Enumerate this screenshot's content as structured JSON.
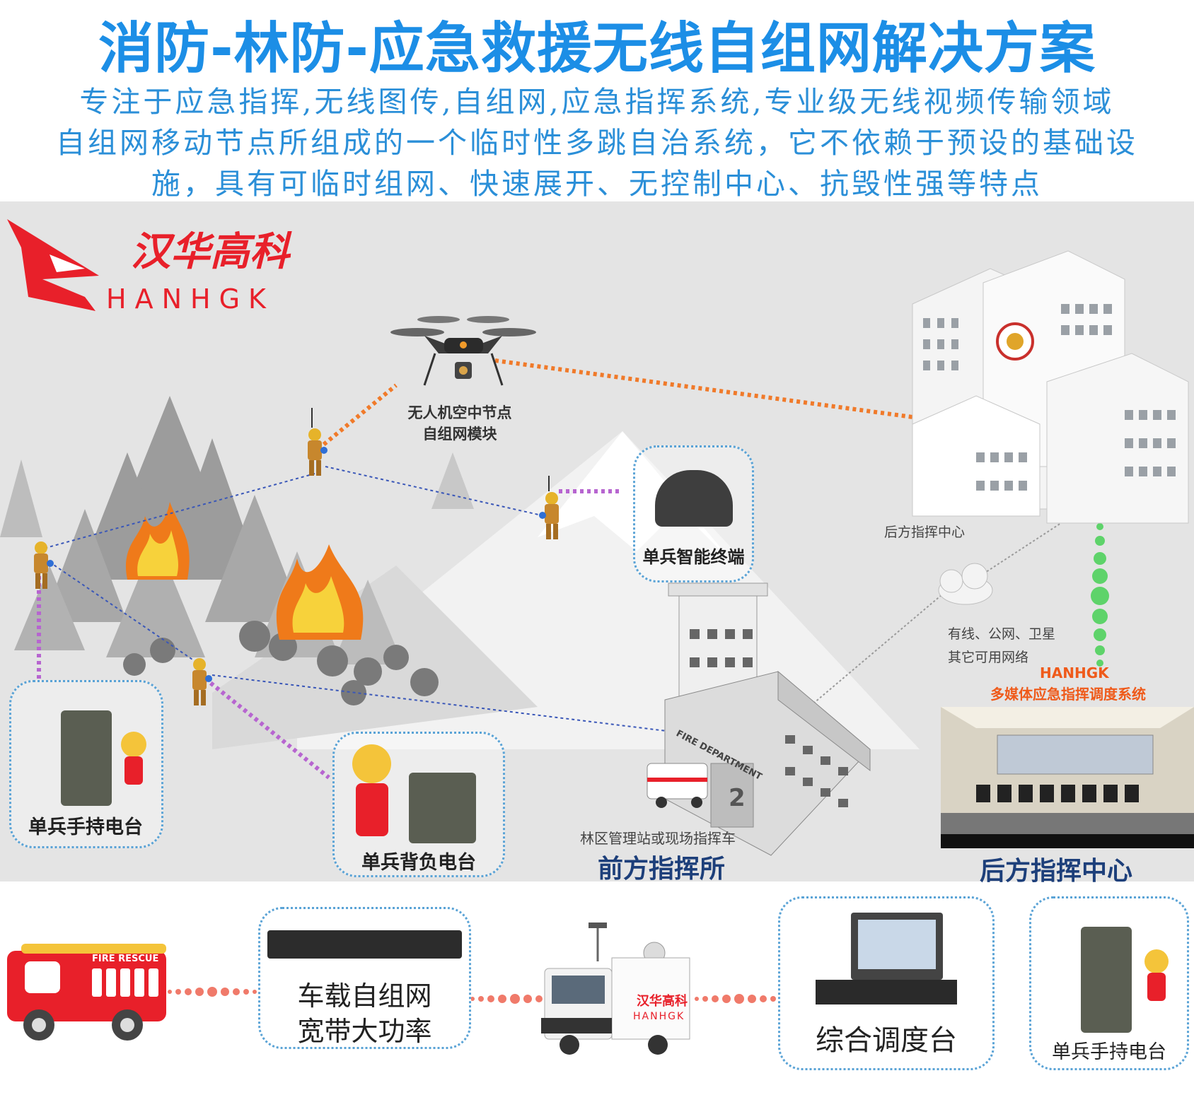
{
  "title": "消防-林防-应急救援无线自组网解决方案",
  "subtitle": {
    "line1": "专注于应急指挥,无线图传,自组网,应急指挥系统,专业级无线视频传输领域",
    "line2": "自组网移动节点所组成的一个临时性多跳自治系统，它不依赖于预设的基础设",
    "line3": "施，具有可临时组网、快速展开、无控制中心、抗毁性强等特点"
  },
  "logo": {
    "cn": "汉华高科",
    "en": "HANHGK"
  },
  "labels": {
    "drone_line1": "无人机空中节点",
    "drone_line2": "自组网模块",
    "smart_terminal": "单兵智能终端",
    "rear_center_small": "后方指挥中心",
    "network_line1": "有线、公网、卫星",
    "network_line2": "其它可用网络",
    "system_line1": "HANHGK",
    "system_line2": "多媒体应急指挥调度系统",
    "handheld_radio": "单兵手持电台",
    "backpack_radio": "单兵背负电台",
    "station_small": "林区管理站或现场指挥车",
    "front_command": "前方指挥所",
    "rear_center_big": "后方指挥中心",
    "fire_department": "FIRE DEPARTMENT",
    "fire_truck": "FIRE RESCUE"
  },
  "bottom": {
    "vehicle_line1": "车载自组网",
    "vehicle_line2": "宽带大功率",
    "dispatch": "综合调度台",
    "handheld": "单兵手持电台",
    "truck_logo_cn": "汉华高科",
    "truck_logo_en": "HANHGK"
  },
  "colors": {
    "title": "#1c8ee6",
    "accent_red": "#e8202a",
    "orange_link": "#f07a2a",
    "purple_link": "#b765d0",
    "blue_link": "#3a57b8",
    "green_link": "#5ed36a",
    "box_border": "#5aa3d6"
  }
}
